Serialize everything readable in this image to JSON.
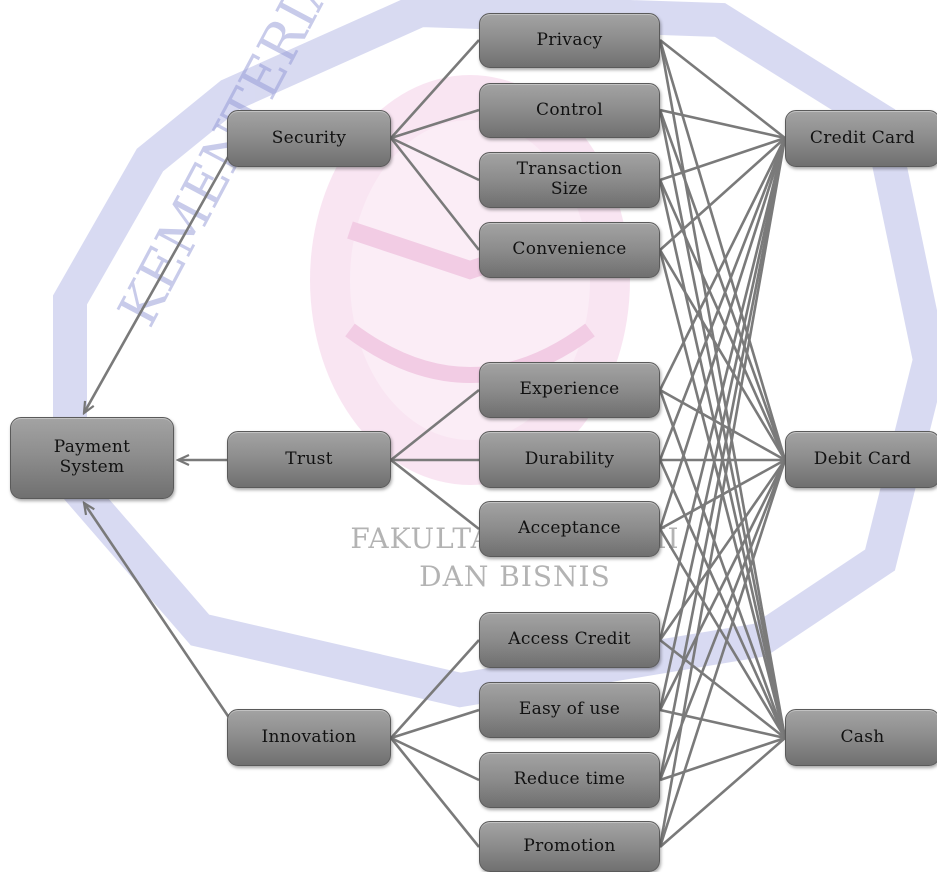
{
  "watermark": {
    "arc_text": "KEMENTERIAN UNIVERSITAS SAM RATULANGI KEBUDAYAAN",
    "line1": "FAKULTAS EKONOMI",
    "line2": "DAN BISNIS"
  },
  "nodes": {
    "payment_system": "Payment\nSystem",
    "security": "Security",
    "trust": "Trust",
    "innovation": "Innovation",
    "privacy": "Privacy",
    "control": "Control",
    "transaction_size": "Transaction\nSize",
    "convenience": "Convenience",
    "experience": "Experience",
    "durability": "Durability",
    "acceptance": "Acceptance",
    "access_credit": "Access Credit",
    "easy_of_use": "Easy of use",
    "reduce_time": "Reduce time",
    "promotion": "Promotion",
    "credit_card": "Credit Card",
    "debit_card": "Debit Card",
    "cash": "Cash"
  },
  "colors": {
    "node_fill": "#8e8e8e",
    "edge": "#7a7a7a",
    "watermark_blue": "#8f95d6",
    "watermark_pink": "#e9a3cf"
  }
}
